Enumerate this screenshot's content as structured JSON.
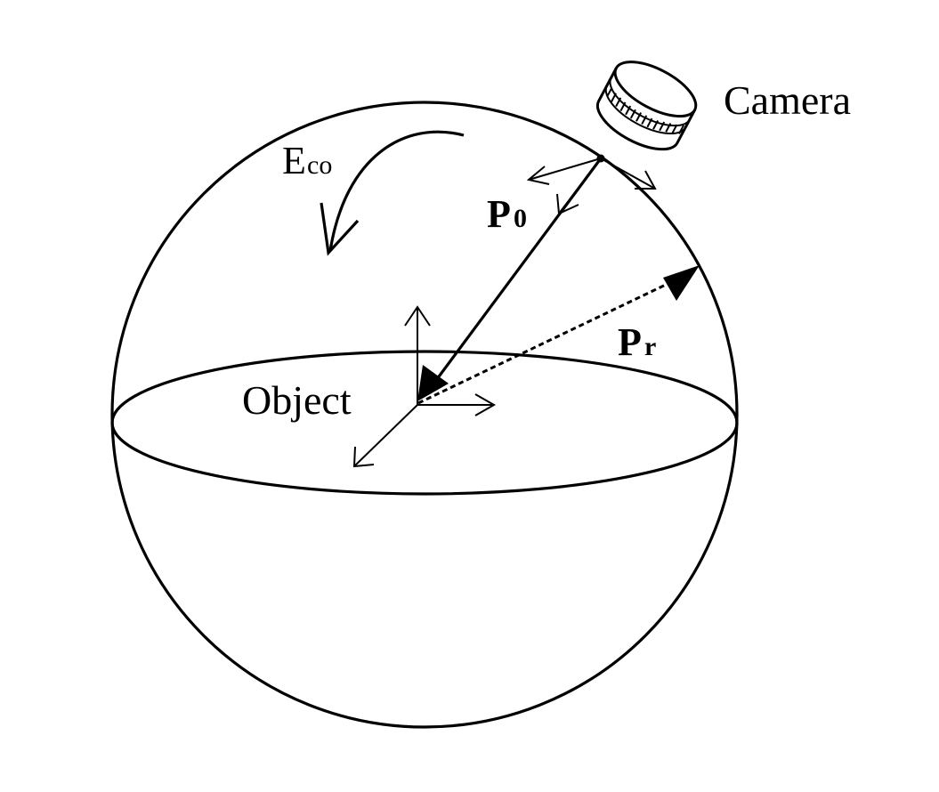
{
  "diagram": {
    "labels": {
      "camera": "Camera",
      "object": "Object",
      "eco_main": "E",
      "eco_sub": "co",
      "p0_main": "P",
      "p0_sub": "0",
      "pr_main": "P",
      "pr_sub": "r"
    },
    "icons": {
      "camera": "camera-icon"
    },
    "colors": {
      "stroke": "#000000",
      "background": "#ffffff"
    }
  }
}
